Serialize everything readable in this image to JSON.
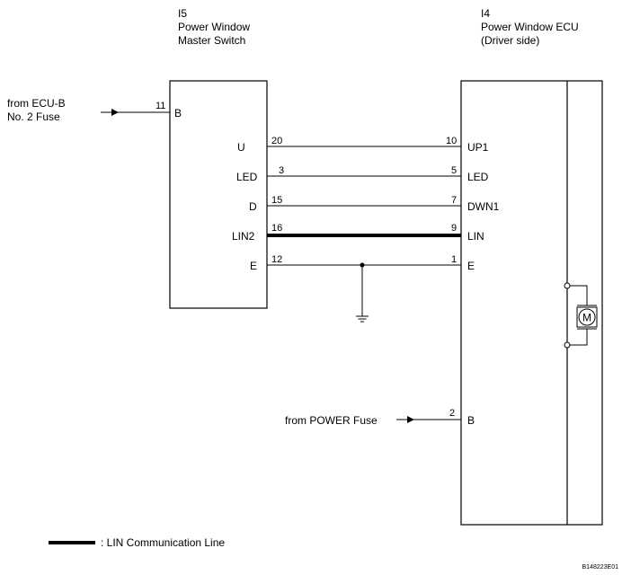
{
  "switch": {
    "code": "I5",
    "name_line1": "Power Window",
    "name_line2": "Master Switch",
    "terminals": {
      "b": "B",
      "u": "U",
      "led": "LED",
      "d": "D",
      "lin2": "LIN2",
      "e": "E"
    },
    "pins": {
      "b": "11",
      "u": "20",
      "led": "3",
      "d": "15",
      "lin2": "16",
      "e": "12"
    }
  },
  "ecu": {
    "code": "I4",
    "name_line1": "Power Window ECU",
    "name_line2": "(Driver side)",
    "terminals": {
      "up1": "UP1",
      "led": "LED",
      "dwn1": "DWN1",
      "lin": "LIN",
      "e": "E",
      "b": "B"
    },
    "pins": {
      "up1": "10",
      "led": "5",
      "dwn1": "7",
      "lin": "9",
      "e": "1",
      "b": "2"
    },
    "motor_label": "M"
  },
  "sources": {
    "ecu_b_line1": "from ECU-B",
    "ecu_b_line2": "No. 2 Fuse",
    "power_fuse": "from POWER Fuse"
  },
  "legend": {
    "lin_text": ": LIN Communication Line"
  },
  "figure_code": "B148223E01"
}
